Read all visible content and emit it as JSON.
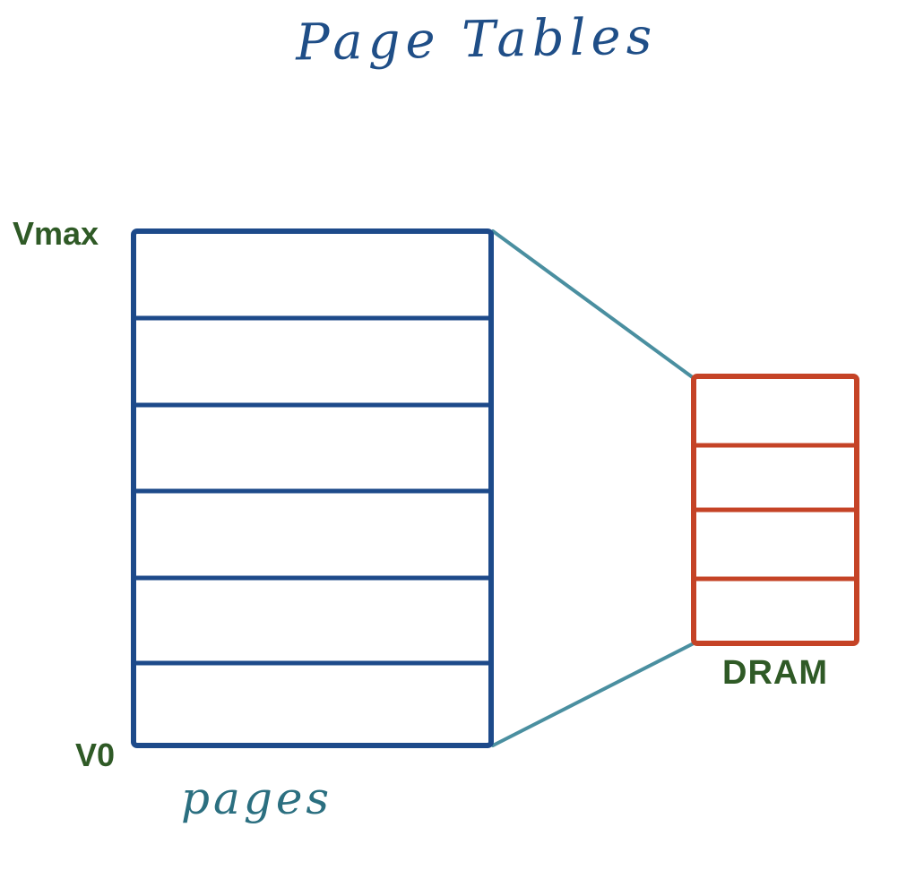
{
  "title": "Page Tables",
  "virtual_memory": {
    "top_label": "Vmax",
    "bottom_label": "V0",
    "caption": "pages",
    "row_count": 6
  },
  "physical_memory": {
    "label": "DRAM",
    "row_count": 4
  },
  "colors": {
    "title": "#1f4e87",
    "virtual_box": "#1d4a8a",
    "dram_box": "#c54326",
    "connector": "#4a8fa0",
    "labels": "#2f5a26",
    "caption": "#2b6f80"
  }
}
